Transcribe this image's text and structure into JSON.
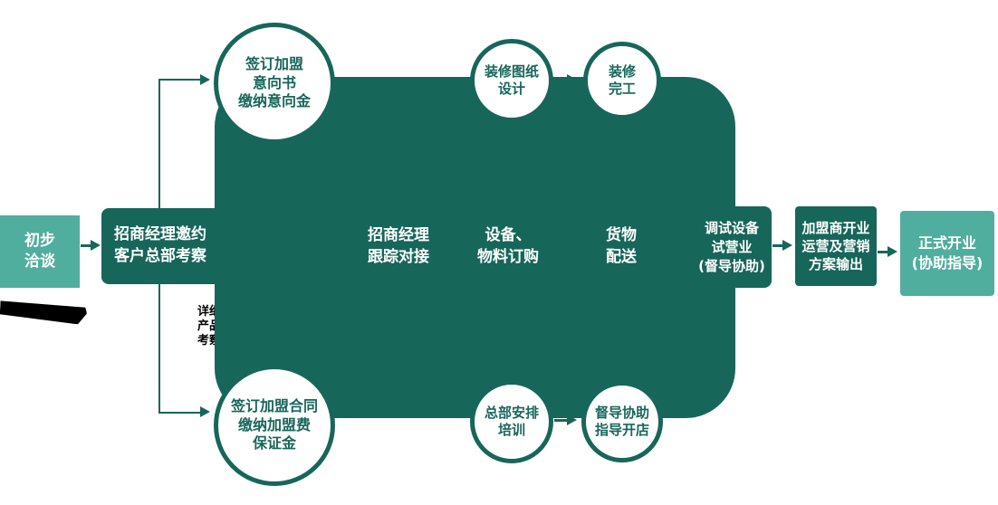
{
  "colors": {
    "dark_teal": "#17665A",
    "light_teal": "#50AE9E",
    "text_on_dark": "#FFFFFF",
    "annotation_black": "#000000"
  },
  "nodes": {
    "start": {
      "line1": "初步",
      "line2": "洽谈"
    },
    "invite": {
      "line1": "招商经理邀约",
      "line2": "客户总部考察"
    },
    "intent": {
      "line1": "签订加盟",
      "line2": "意向书",
      "line3": "缴纳意向金"
    },
    "contract": {
      "line1": "签订加盟合同",
      "line2": "缴纳加盟费",
      "line3": "保证金"
    },
    "track": {
      "line1": "招商经理",
      "line2": "跟踪对接"
    },
    "design": {
      "line1": "装修图纸",
      "line2": "设计"
    },
    "done": {
      "line1": "装修",
      "line2": "完工"
    },
    "equipment": {
      "line1": "设备、",
      "line2": "物料订购"
    },
    "training": {
      "line1": "总部安排",
      "line2": "培训"
    },
    "delivery": {
      "line1": "货物",
      "line2": "配送"
    },
    "guide": {
      "line1": "督导协助",
      "line2": "指导开店"
    },
    "trial": {
      "line1": "调试设备",
      "line2": "试营业",
      "line3": "(督导协助)"
    },
    "operation": {
      "line1": "加盟商开业",
      "line2": "运营及营销",
      "line3": "方案输出"
    },
    "opening": {
      "line1": "正式开业",
      "line2": "(协助指导)"
    }
  },
  "annotation": {
    "line1": "详细",
    "line2": "产品",
    "line3": "考察"
  }
}
